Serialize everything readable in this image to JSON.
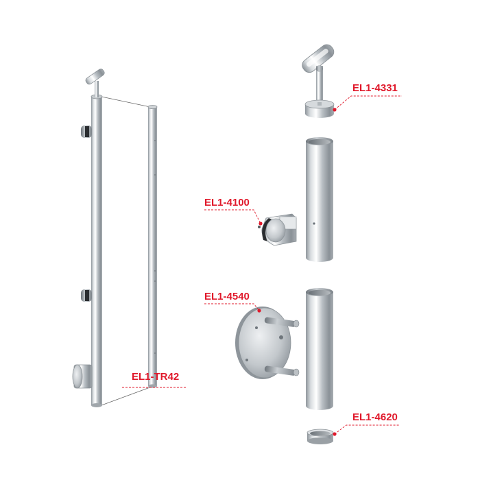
{
  "callout_color": "#e0192b",
  "parts": [
    {
      "code": "EL1-4331"
    },
    {
      "code": "EL1-4100"
    },
    {
      "code": "EL1-4540"
    },
    {
      "code": "EL1-TR42"
    },
    {
      "code": "EL1-4620"
    }
  ]
}
